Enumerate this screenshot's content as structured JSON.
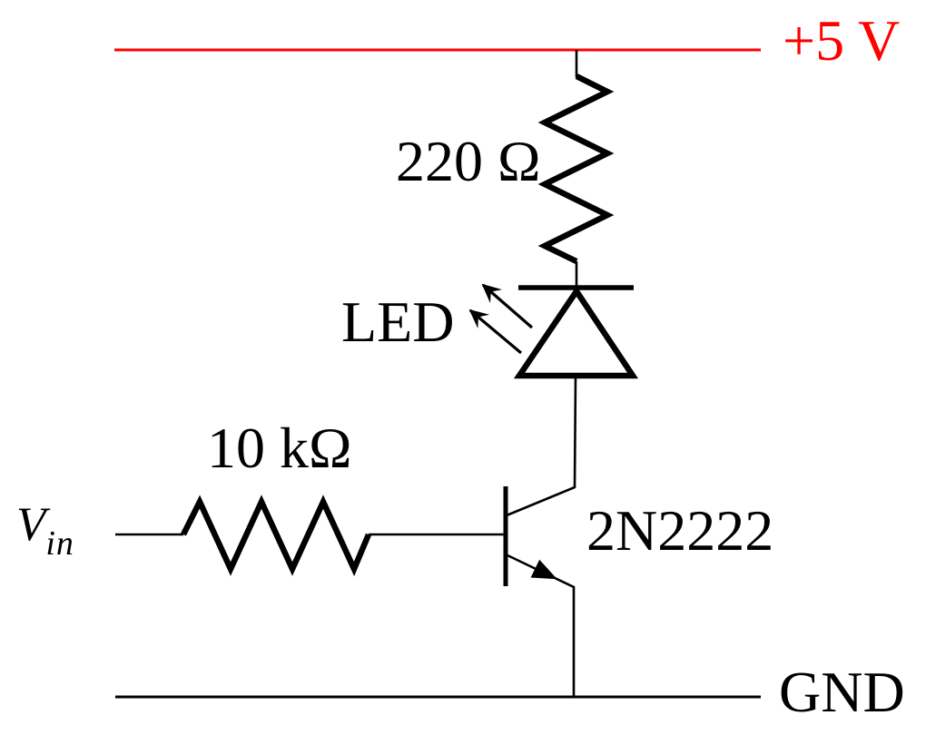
{
  "diagram": {
    "colors": {
      "accent_red": "#ff0000",
      "ink": "#000000",
      "background": "#ffffff"
    },
    "labels": {
      "supply_rail": "+5 V",
      "collector_resistor_value": "220 Ω",
      "led": "LED",
      "base_resistor_value": "10 kΩ",
      "input_signal_main": "V",
      "input_signal_sub": "in",
      "transistor_part": "2N2222",
      "ground_rail": "GND"
    },
    "components": [
      {
        "kind": "power-rail",
        "label": "+5 V"
      },
      {
        "kind": "resistor",
        "value": "220 Ω",
        "orientation": "vertical",
        "from": "+5 V rail",
        "to": "LED cathode"
      },
      {
        "kind": "led",
        "label": "LED",
        "cathode": "top",
        "anode": "bottom",
        "emission_arrows": 2
      },
      {
        "kind": "npn-transistor",
        "part": "2N2222",
        "collector": "LED anode",
        "emitter": "GND",
        "base": "10 kΩ resistor"
      },
      {
        "kind": "resistor",
        "value": "10 kΩ",
        "orientation": "horizontal",
        "from": "Vin",
        "to": "transistor base"
      },
      {
        "kind": "input-terminal",
        "label": "Vin"
      },
      {
        "kind": "ground-rail",
        "label": "GND"
      }
    ]
  }
}
